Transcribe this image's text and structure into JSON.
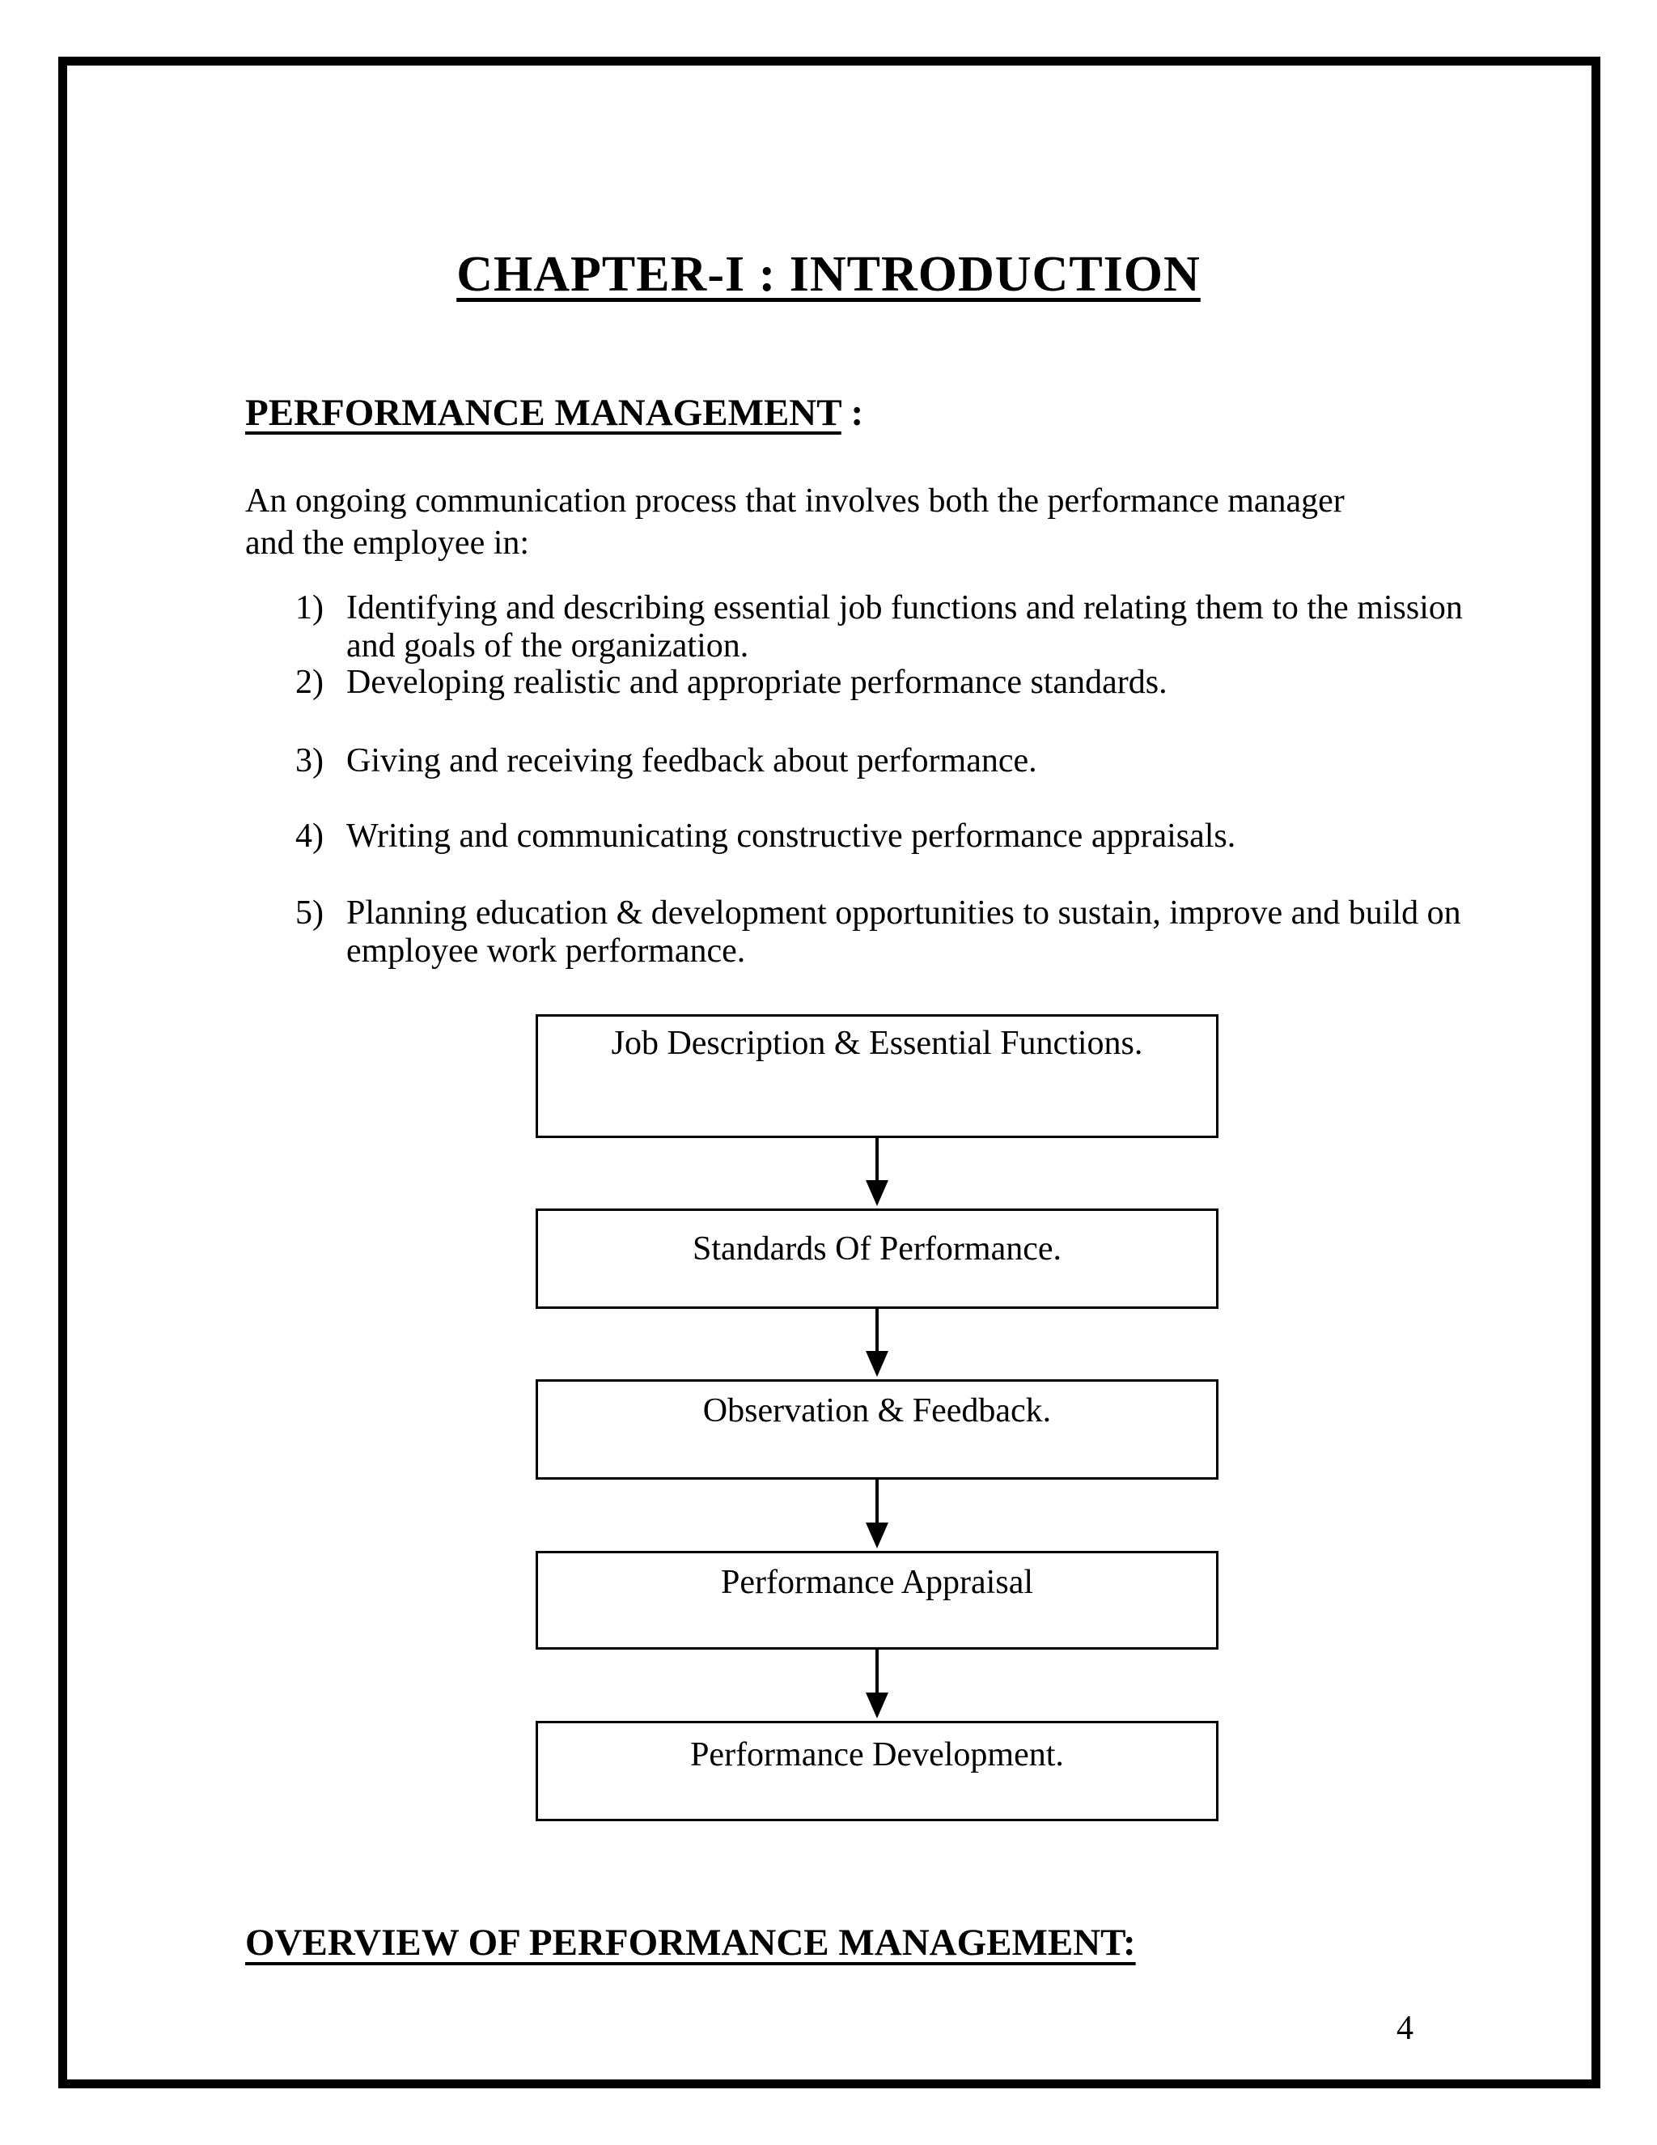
{
  "document": {
    "chapter_title": "CHAPTER-I : INTRODUCTION",
    "section_heading": {
      "text": "PERFORMANCE MANAGEMENT",
      "suffix": " :"
    },
    "intro": {
      "lines": [
        "An ongoing communication process that involves both the performance manager",
        "and the employee in:"
      ]
    },
    "list": {
      "items": [
        {
          "num": "1)",
          "lines": [
            "Identifying and describing essential job functions and relating them to the mission",
            "and goals of the organization."
          ]
        },
        {
          "num": "2)",
          "lines": [
            "Developing realistic and appropriate performance standards."
          ]
        },
        {
          "num": "3)",
          "lines": [
            "Giving and receiving feedback about performance."
          ]
        },
        {
          "num": "4)",
          "lines": [
            "Writing and communicating constructive performance appraisals."
          ]
        },
        {
          "num": "5)",
          "lines": [
            "Planning education & development opportunities to sustain, improve and build on",
            "employee work performance."
          ]
        }
      ]
    },
    "flowchart": {
      "boxes": [
        {
          "label": "Job Description & Essential Functions."
        },
        {
          "label": "Standards Of Performance."
        },
        {
          "label": "Observation & Feedback."
        },
        {
          "label": "Performance Appraisal"
        },
        {
          "label": "Performance Development."
        }
      ]
    },
    "overview_heading": "OVERVIEW OF PERFORMANCE MANAGEMENT:",
    "page_number": "4"
  },
  "colors": {
    "text": "#000000",
    "background": "#ffffff",
    "frame_border": "#000000"
  }
}
